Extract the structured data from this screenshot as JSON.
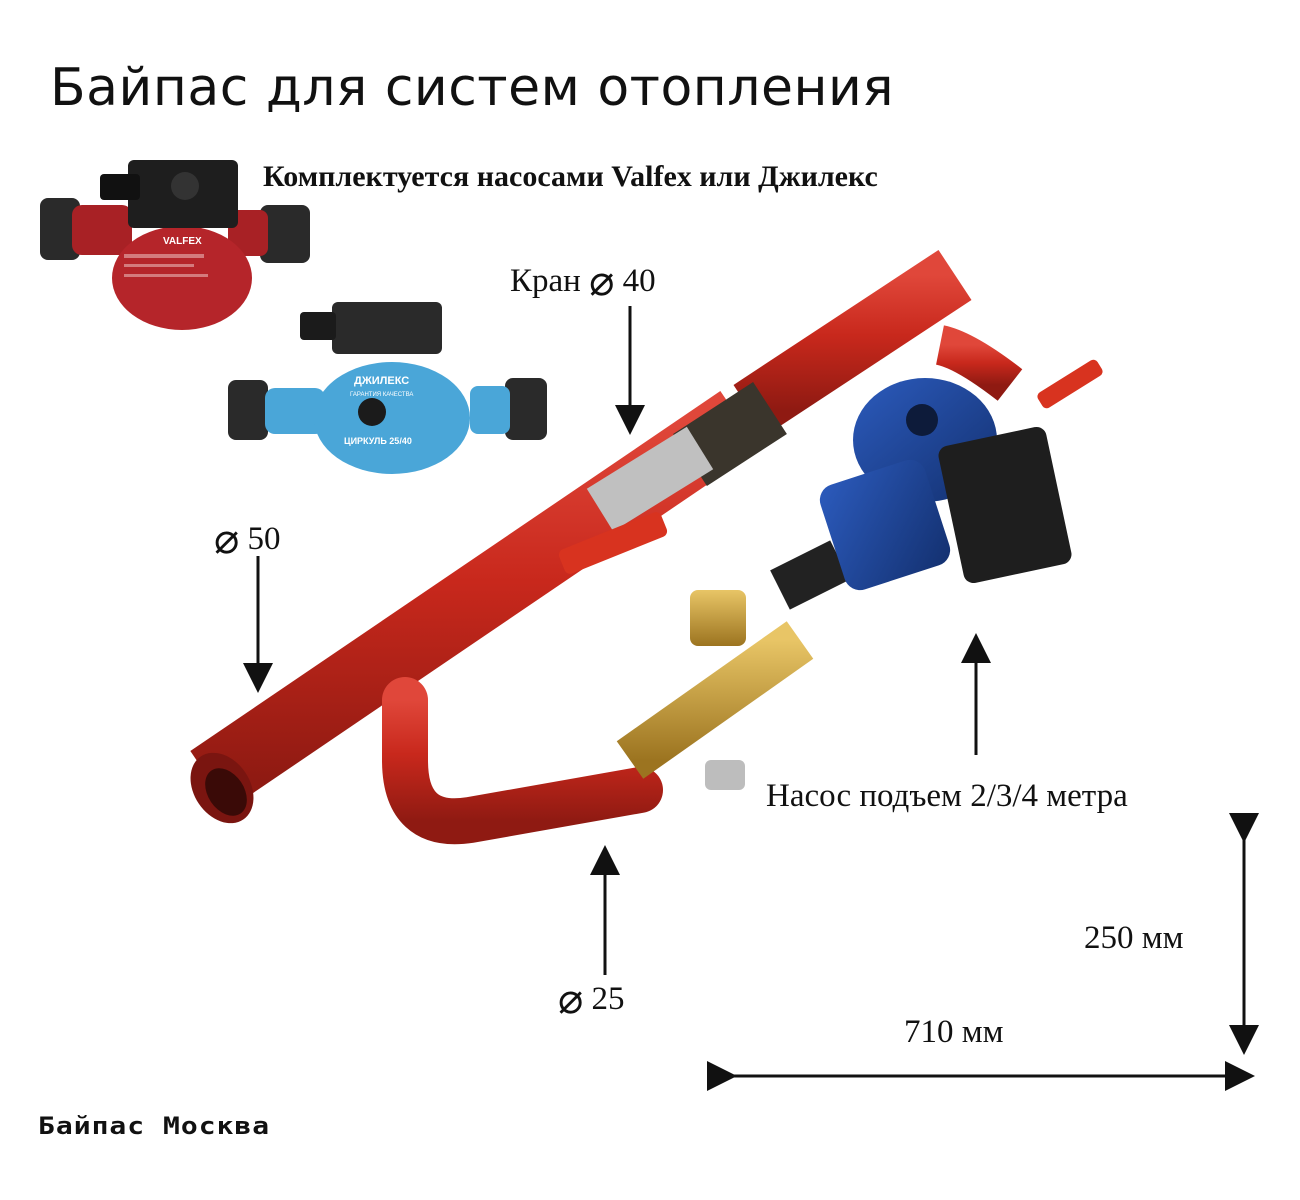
{
  "header": {
    "title": "Байпас для систем отопления",
    "subtitle": "Комплектуется насосами Valfex или Джилекс"
  },
  "labels": {
    "valve": "Кран",
    "valve_diameter": "40",
    "main_pipe_diameter": "50",
    "bypass_pipe_diameter": "25",
    "pump": "Насос подъем 2/3/4 метра",
    "height": "250 мм",
    "length": "710 мм",
    "diameter_symbol": "⌀"
  },
  "pumps": {
    "valfex_brand": "VALFEX",
    "gilex_brand": "ДЖИЛЕКС",
    "gilex_model": "ЦИРКУЛЬ 25/40",
    "gilex_guarantee": "ГАРАНТИЯ КАЧЕСТВА"
  },
  "footer": {
    "brand": "Байпас Москва"
  },
  "colors": {
    "pipe_red": "#c8281c",
    "pump_red": "#b5252a",
    "pump_blue": "#4aa6d8",
    "pump_dark_blue": "#1b3e8c",
    "brass": "#c99a2e"
  }
}
